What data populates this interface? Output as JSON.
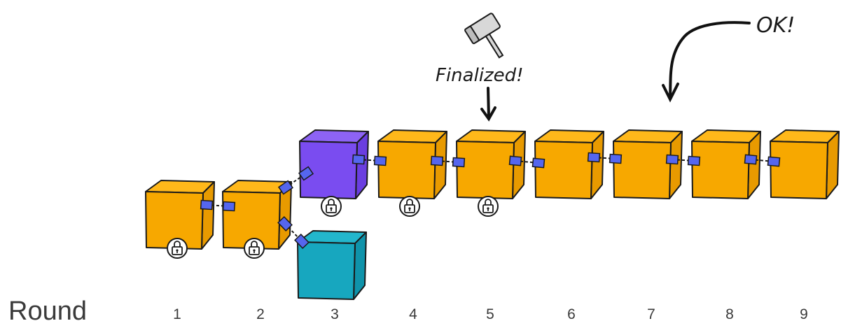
{
  "round_label": "Round",
  "rounds": [
    "1",
    "2",
    "3",
    "4",
    "5",
    "6",
    "7",
    "8",
    "9"
  ],
  "annotations": {
    "finalized": "Finalized!",
    "ok": "OK!"
  },
  "colors": {
    "block": "#f7a800",
    "block_top": "#ffb81a",
    "block_side": "#e89a00",
    "fork_purple": "#7a4cf0",
    "fork_teal": "#17a7bf",
    "link": "#5566ee",
    "outline": "#1a1a1a"
  },
  "blocks": [
    {
      "round": 1,
      "color": "orange",
      "locked": true
    },
    {
      "round": 2,
      "color": "orange",
      "locked": true
    },
    {
      "round": 3,
      "color": "purple",
      "locked": true
    },
    {
      "round": 3,
      "color": "teal",
      "locked": false
    },
    {
      "round": 4,
      "color": "orange",
      "locked": true
    },
    {
      "round": 5,
      "color": "orange",
      "locked": true
    },
    {
      "round": 6,
      "color": "orange",
      "locked": false
    },
    {
      "round": 7,
      "color": "orange",
      "locked": false
    },
    {
      "round": 8,
      "color": "orange",
      "locked": false
    },
    {
      "round": 9,
      "color": "orange",
      "locked": false
    }
  ],
  "icons": [
    "lock-icon",
    "hammer-icon",
    "down-arrow-icon",
    "curved-arrow-icon"
  ]
}
